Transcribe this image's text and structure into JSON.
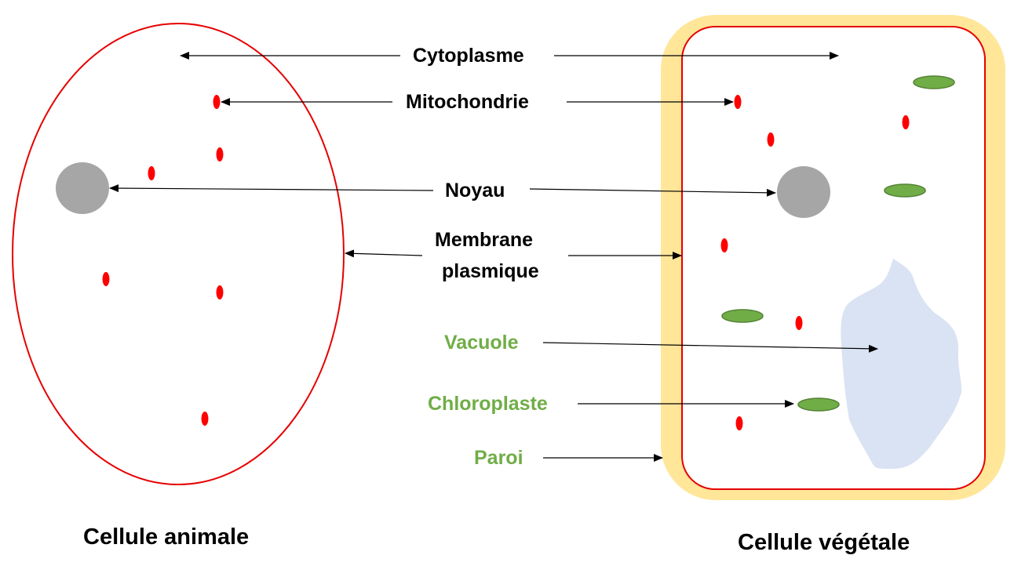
{
  "labels": {
    "cytoplasme": "Cytoplasme",
    "mitochondrie": "Mitochondrie",
    "noyau": "Noyau",
    "membrane_line1": "Membrane",
    "membrane_line2": "plasmique",
    "vacuole": "Vacuole",
    "chloroplaste": "Chloroplaste",
    "paroi": "Paroi"
  },
  "titles": {
    "animal": "Cellule animale",
    "plant": "Cellule végétale"
  },
  "colors": {
    "membrane": "#e60000",
    "mitochondria": "#ff0000",
    "nucleus": "#a6a6a6",
    "cell_wall": "#ffe699",
    "vacuole": "#dae3f3",
    "chloroplast_fill": "#70ad47",
    "chloroplast_stroke": "#548235",
    "green_label": "#70ad47",
    "arrow": "#000000"
  }
}
